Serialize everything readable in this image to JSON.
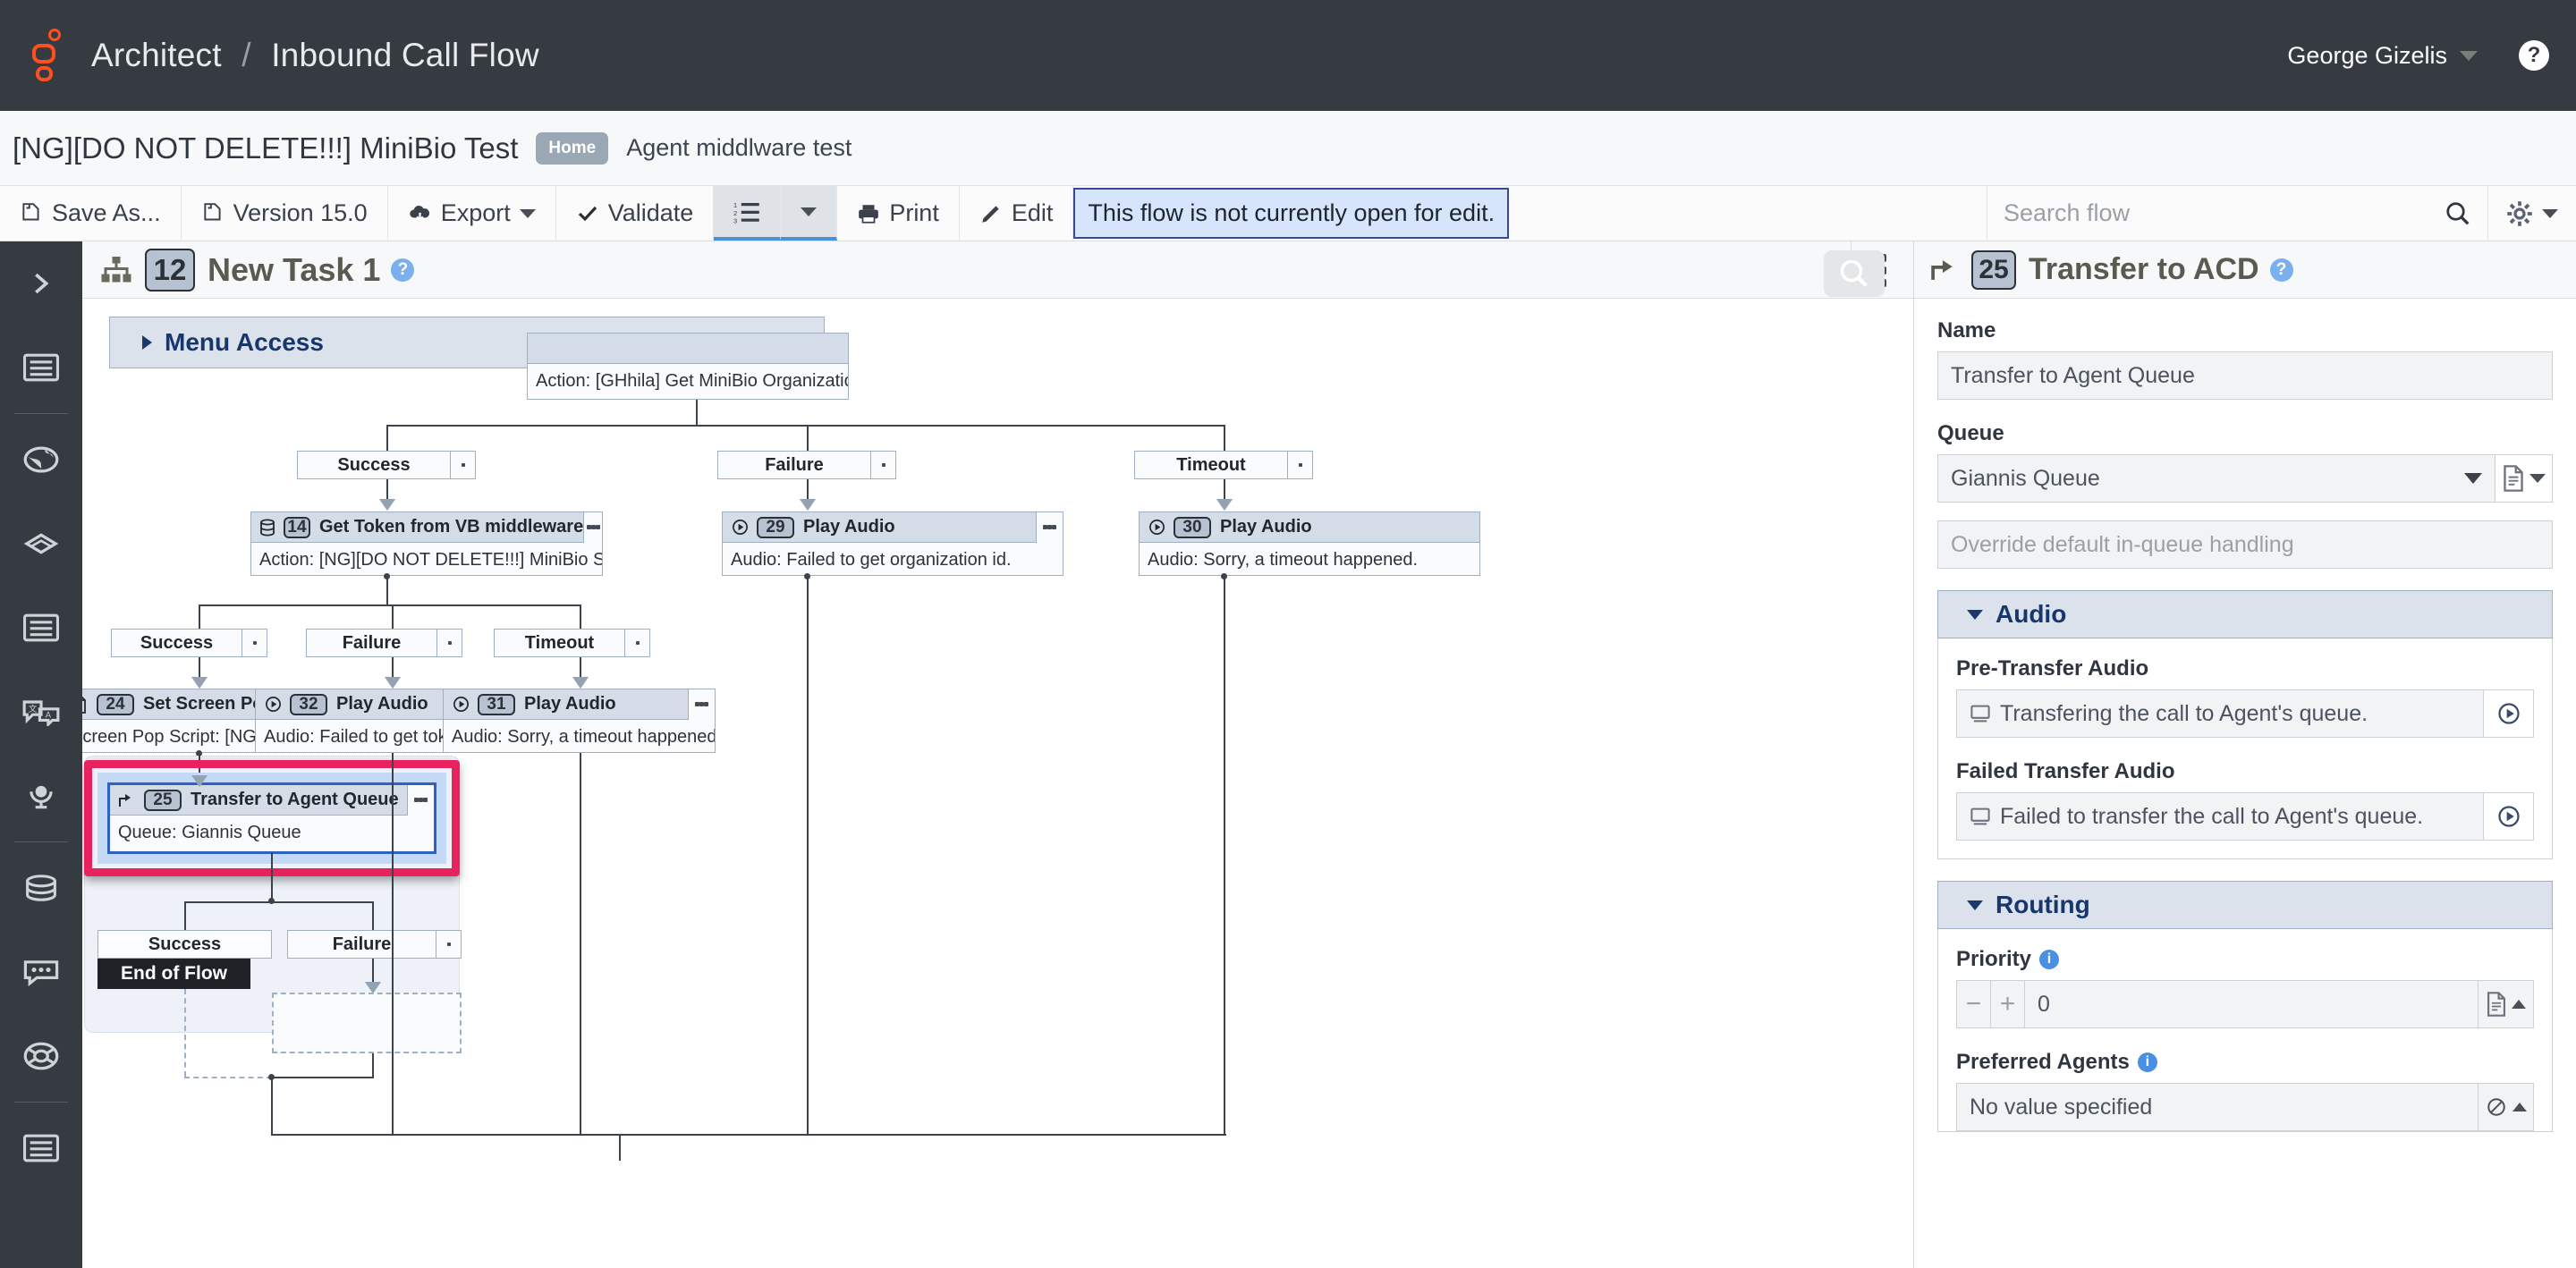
{
  "topnav": {
    "logo": "genesys-logo-icon",
    "app_name": "Architect",
    "separator": "/",
    "section": "Inbound Call Flow",
    "user": "George Gizelis",
    "help": "?"
  },
  "titlebar": {
    "flow_name": "[NG][DO NOT DELETE!!!] MiniBio Test",
    "badge": "Home",
    "description": "Agent middlware test"
  },
  "toolbar": {
    "save_as": "Save As...",
    "version": "Version 15.0",
    "export": "Export",
    "validate": "Validate",
    "print": "Print",
    "edit": "Edit",
    "lock_message": "This flow is not currently open for edit.",
    "search_placeholder": "Search flow"
  },
  "rail": {
    "items": [
      {
        "name": "expand-chevron-icon"
      },
      {
        "name": "list-panel-icon"
      },
      {
        "name": "globe-icon"
      },
      {
        "name": "layers-icon"
      },
      {
        "name": "list-panel-icon-2"
      },
      {
        "name": "translation-bubbles-icon"
      },
      {
        "name": "microphone-icon"
      },
      {
        "name": "database-icon"
      },
      {
        "name": "chat-bubble-icon"
      },
      {
        "name": "lifebuoy-icon"
      },
      {
        "name": "list-panel-icon-3"
      }
    ]
  },
  "canvas": {
    "task_number": "12",
    "task_title": "New Task 1",
    "menu_access": "Menu Access",
    "search_icon": "search-icon",
    "kebab_icon": "kebab-menu-icon"
  },
  "diagram": {
    "nodes": [
      {
        "id": "n-top",
        "number": "",
        "title": "",
        "body": "Action: [GHhila] Get MiniBio OrganizationID",
        "icon": "action-icon"
      },
      {
        "id": "n14",
        "number": "14",
        "title": "Get Token from VB middleware",
        "body": "Action: [NG][DO NOT DELETE!!!] MiniBio Sta…",
        "icon": "database-node-icon"
      },
      {
        "id": "n29",
        "number": "29",
        "title": "Play Audio",
        "body": "Audio: Failed to get organization id.",
        "icon": "play-audio-icon"
      },
      {
        "id": "n30",
        "number": "30",
        "title": "Play Audio",
        "body": "Audio: Sorry, a timeout happened.",
        "icon": "play-audio-icon"
      },
      {
        "id": "n24",
        "number": "24",
        "title": "Set Screen Pop",
        "body": "Screen Pop Script: [NG][DO NOT DELETE!!!]…",
        "icon": "screen-pop-icon"
      },
      {
        "id": "n32",
        "number": "32",
        "title": "Play Audio",
        "body": "Audio: Failed to get token.",
        "icon": "play-audio-icon"
      },
      {
        "id": "n31",
        "number": "31",
        "title": "Play Audio",
        "body": "Audio: Sorry, a timeout happened.",
        "icon": "play-audio-icon"
      },
      {
        "id": "n25",
        "number": "25",
        "title": "Transfer to Agent Queue",
        "body": "Queue: Giannis Queue",
        "icon": "transfer-icon"
      }
    ],
    "ports": {
      "t1_success": "Success",
      "t1_failure": "Failure",
      "t1_timeout": "Timeout",
      "t2_success": "Success",
      "t2_failure": "Failure",
      "t2_timeout": "Timeout",
      "t3_success": "Success",
      "t3_failure": "Failure"
    },
    "end_of_flow": "End of Flow"
  },
  "rightpanel": {
    "number": "25",
    "title": "Transfer to ACD",
    "name_label": "Name",
    "name_value": "Transfer to Agent Queue",
    "queue_label": "Queue",
    "queue_value": "Giannis Queue",
    "override_placeholder": "Override default in-queue handling",
    "audio_section": "Audio",
    "pre_transfer_label": "Pre-Transfer Audio",
    "pre_transfer_value": "Transfering the call to Agent's queue.",
    "failed_transfer_label": "Failed Transfer Audio",
    "failed_transfer_value": "Failed to transfer the call to Agent's queue.",
    "routing_section": "Routing",
    "priority_label": "Priority",
    "priority_value": "0",
    "preferred_agents_label": "Preferred Agents",
    "preferred_agents_value": "No value specified"
  },
  "colors": {
    "brand_orange": "#ff4f1f",
    "nav_dark": "#363b42",
    "accent_blue": "#17366b",
    "selection_pink": "#e8225f",
    "node_header": "#d4dce7"
  }
}
